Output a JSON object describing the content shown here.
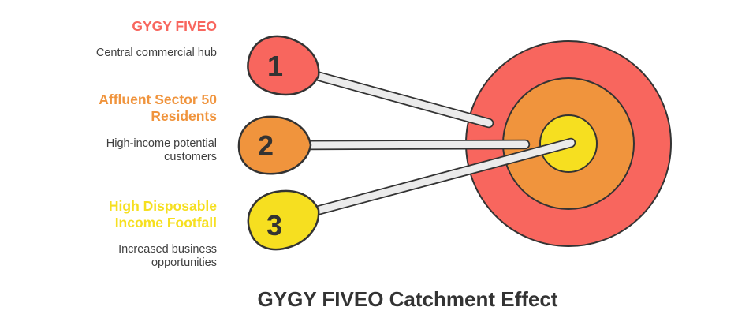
{
  "title": "GYGY FIVEO Catchment Effect",
  "palette": {
    "red": "#F8665E",
    "orange": "#F0943D",
    "yellow": "#F6DF20",
    "stick_fill": "#EBEBEB",
    "outline": "#333333",
    "description_text": "#3F3F3F",
    "title_text": "#333333",
    "background": "#FFFFFF"
  },
  "items": [
    {
      "number": "1",
      "heading": "GYGY FIVEO",
      "description": "Central commercial hub",
      "color": "#F8665E"
    },
    {
      "number": "2",
      "heading": "Affluent Sector 50 Residents",
      "description": "High-income potential customers",
      "color": "#F0943D"
    },
    {
      "number": "3",
      "heading": "High Disposable Income Footfall",
      "description": "Increased business opportunities",
      "color": "#F6DF20"
    }
  ],
  "target": {
    "rings": [
      "#F8665E",
      "#F0943D",
      "#F6DF20"
    ]
  }
}
